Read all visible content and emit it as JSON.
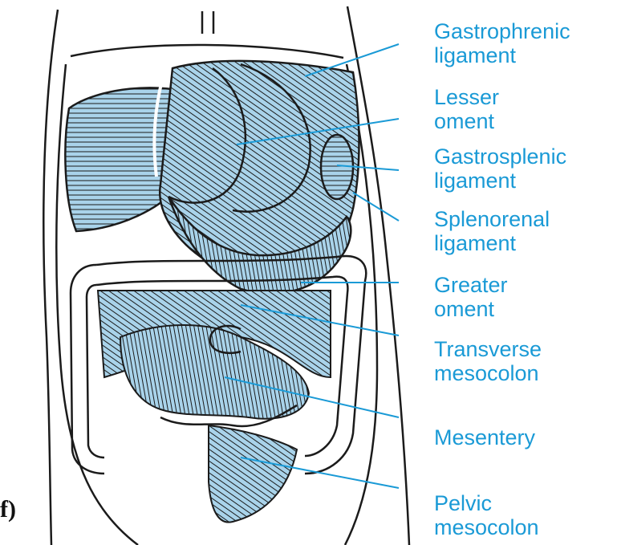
{
  "panel_letter": "f)",
  "colors": {
    "accent": "#1a9ad6",
    "fill": "#a9d3ea",
    "ink": "#1b1b1b"
  },
  "labels": [
    {
      "id": "gastrophrenic",
      "line1": "Gastrophrenic",
      "line2": "ligament"
    },
    {
      "id": "lesser-omentum",
      "line1": "Lesser",
      "line2": "oment"
    },
    {
      "id": "gastrosplenic",
      "line1": "Gastrosplenic",
      "line2": "ligament"
    },
    {
      "id": "splenorenal",
      "line1": "Splenorenal",
      "line2": "ligament"
    },
    {
      "id": "greater-omentum",
      "line1": "Greater",
      "line2": "oment"
    },
    {
      "id": "transverse-mesocolon",
      "line1": "Transverse",
      "line2": "mesocolon"
    },
    {
      "id": "mesentery",
      "line1": "Mesentery",
      "line2": ""
    },
    {
      "id": "pelvic-mesocolon",
      "line1": "Pelvic",
      "line2": "mesocolon"
    }
  ]
}
